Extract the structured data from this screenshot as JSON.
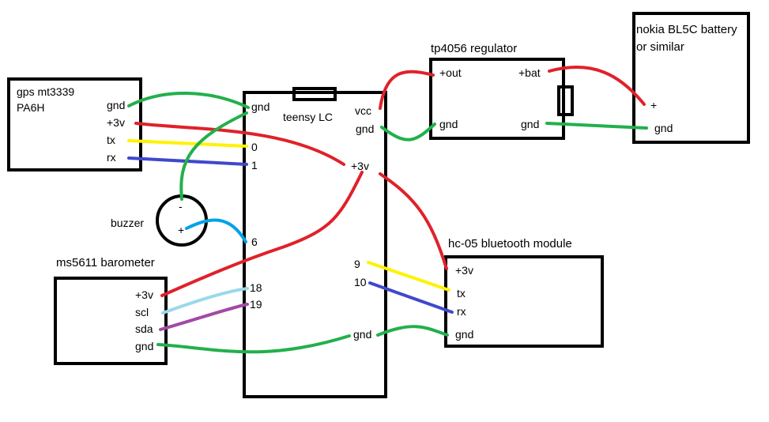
{
  "modules": {
    "gps": {
      "title_line1": "gps mt3339",
      "title_line2": "PA6H",
      "gnd": "gnd",
      "v3": "+3v",
      "tx": "tx",
      "rx": "rx"
    },
    "teensy": {
      "title": "teensy LC",
      "gnd": "gnd",
      "vcc": "vcc",
      "gnd_right": "gnd",
      "v3": "+3v",
      "p0": "0",
      "p1": "1",
      "p6": "6",
      "p18": "18",
      "p19": "19",
      "p9": "9",
      "p10": "10",
      "gnd_bottom": "gnd"
    },
    "regulator": {
      "title": "tp4056 regulator",
      "out": "+out",
      "bat": "+bat",
      "gnd_left": "gnd",
      "gnd_right": "gnd"
    },
    "battery": {
      "title_line1": "nokia BL5C battery",
      "title_line2": "or similar",
      "plus": "+",
      "gnd": "gnd"
    },
    "buzzer": {
      "title": "buzzer",
      "minus": "-",
      "plus": "+"
    },
    "barometer": {
      "title": "ms5611 barometer",
      "v3": "+3v",
      "scl": "scl",
      "sda": "sda",
      "gnd": "gnd"
    },
    "bluetooth": {
      "title": "hc-05 bluetooth module",
      "v3": "+3v",
      "tx": "tx",
      "rx": "rx",
      "gnd": "gnd"
    }
  },
  "colors": {
    "red": "#e0212a",
    "green": "#22b04b",
    "yellow": "#fff200",
    "blue": "#3f48cc",
    "lightblue": "#99d9ea",
    "cyan": "#00a2e8",
    "purple": "#a349a4",
    "black": "#000000"
  }
}
